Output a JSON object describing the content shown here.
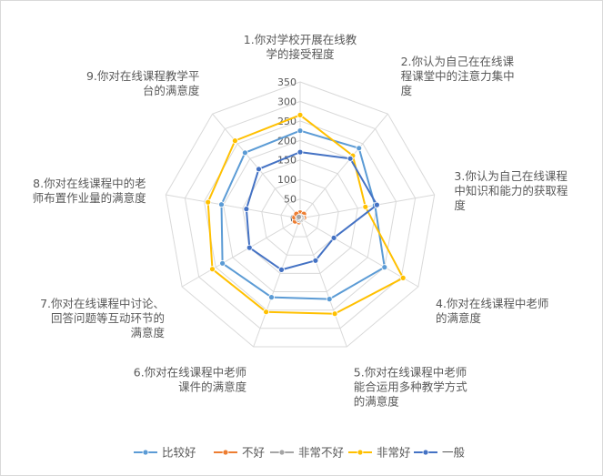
{
  "chart_data": {
    "type": "radar",
    "categories": [
      "1.你对学校开展在线教学的接受程度",
      "2.你认为自己在在线课程课堂中的注意力集中度",
      "3.你认为自己在线课程中知识和能力的获取程度",
      "4.你对在线课程中老师的满意度",
      "5.你对在线课程中老师能合运用多种教学方式的满意度",
      "6.你对在线课程中老师课件的满意度",
      "7.你对在线课程中讨论、回答问题等互动环节的满意度",
      "8.你对在线课程中的老师布置作业量的满意度",
      "9.你对在线课程教学平台的满意度"
    ],
    "category_lines": [
      [
        "1.你对学校开展在线教",
        "学的接受程度"
      ],
      [
        "2.你认为自己在在线课",
        "程课堂中的注意力集中",
        "度"
      ],
      [
        "3.你认为自己在线课程",
        "中知识和能力的获取程",
        "度"
      ],
      [
        "4.你对在线课程中老师",
        "的满意度"
      ],
      [
        "5.你对在线课程中老师",
        "能合运用多种教学方式",
        "的满意度"
      ],
      [
        "6.你对在线课程中老师",
        "课件的满意度"
      ],
      [
        "7.你对在线课程中讨论、",
        "回答问题等互动环节的",
        "满意度"
      ],
      [
        "8.你对在线课程中的老",
        "师布置作业量的满意度"
      ],
      [
        "9.你对在线课程教学平",
        "台的满意度"
      ]
    ],
    "rlim": [
      0,
      350
    ],
    "ticks": [
      0,
      50,
      100,
      150,
      200,
      250,
      300,
      350
    ],
    "grid": true,
    "legend_position": "bottom",
    "series": [
      {
        "name": "比较好",
        "color": "#5b9bd5",
        "values": [
          225,
          235,
          195,
          250,
          220,
          215,
          230,
          205,
          220
        ]
      },
      {
        "name": "不好",
        "color": "#ed7d31",
        "values": [
          15,
          15,
          10,
          5,
          5,
          10,
          15,
          15,
          15
        ]
      },
      {
        "name": "非常不好",
        "color": "#a5a5a5",
        "values": [
          5,
          5,
          5,
          5,
          5,
          5,
          5,
          5,
          5
        ]
      },
      {
        "name": "非常好",
        "color": "#ffc000",
        "values": [
          265,
          210,
          170,
          305,
          260,
          255,
          260,
          240,
          260
        ]
      },
      {
        "name": "一般",
        "color": "#4472c4",
        "values": [
          170,
          200,
          200,
          100,
          115,
          140,
          150,
          140,
          165
        ]
      }
    ]
  }
}
